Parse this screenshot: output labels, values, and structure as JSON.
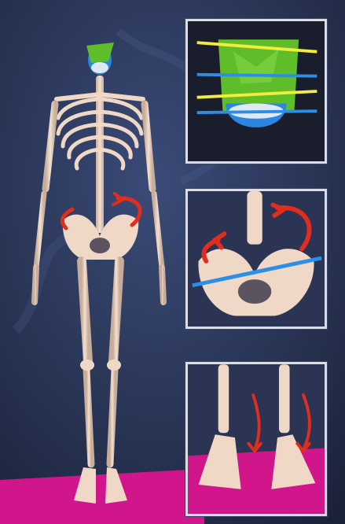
{
  "scene": {
    "colors": {
      "background": "#24304f",
      "bone": "#efd8c6",
      "bone_shadow": "#b99f8e",
      "floor": "#d0168a",
      "inset_border": "#d8dde6",
      "highlight_green": "#5fbd2a",
      "highlight_blue": "#2a86e0",
      "arrow_red": "#e22c1e",
      "line_blue": "#2a8fe8",
      "line_yellow": "#f2ec3a"
    },
    "main_figure": "full-body-skeleton",
    "insets": [
      {
        "subject": "skull-with-head-tilt-lines",
        "icon": "skull-icon"
      },
      {
        "subject": "pelvis-with-rotation-arrows",
        "icon": "pelvis-icon"
      },
      {
        "subject": "feet-with-pronation-arrows",
        "icon": "feet-icon"
      }
    ]
  }
}
